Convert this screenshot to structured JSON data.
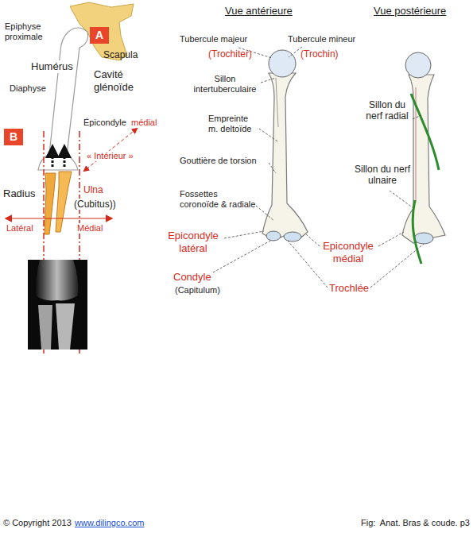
{
  "diagram": {
    "caption": "Fig:  Anat. Bras & coude. p3",
    "nodes": [
      {
        "text": [
          "A"
        ]
      },
      {
        "text": [
          "B"
        ]
      }
    ],
    "labels": [
      "Epiphyse proximale",
      "Scapula",
      "Humérus",
      "Cavité glénoïde",
      "Diaphyse",
      "Épicondyle",
      "médial",
      "« Intérieur »",
      "Radius",
      "Ulna",
      "(Cubitus))",
      "Latéral",
      "Médial",
      "Vue antérieure",
      "Vue postérieure",
      "Tubercule majeur",
      "(Trochiter)",
      "Tubercule mineur",
      "(Trochin)",
      "Sillon intertuberculaire",
      "Empreinte m. deltoïde",
      "Gouttière de torsion",
      "Fossettes coronoïde & radiale",
      "Epicondyle latéral",
      "Condyle",
      "(Capitulum)",
      "Sillon du nerf radial",
      "Sillon du nerf ulnaire",
      "Epicondyle médial",
      "Trochlée",
      "© Copyright 2013",
      "www.dilingco.com"
    ]
  }
}
